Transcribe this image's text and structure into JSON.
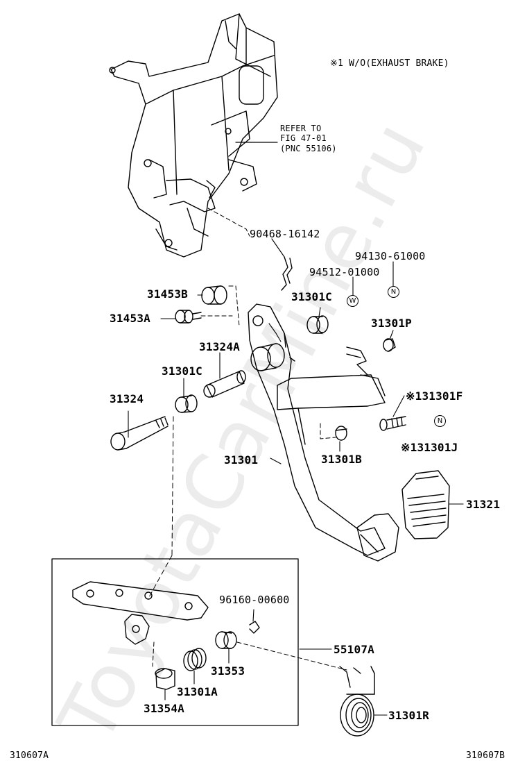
{
  "watermark": "ToyotaCarMine.ru",
  "header_note": "※1  W/O(EXHAUST BRAKE)",
  "refer": {
    "line1": "REFER TO",
    "line2": "FIG 47-01",
    "line3": "(PNC 55106)"
  },
  "marks": {
    "n": "N",
    "w": "W"
  },
  "labels": {
    "p90468": "90468-16142",
    "p94130": "94130-61000",
    "p94512": "94512-01000",
    "p31453B": "31453B",
    "p31453A": "31453A",
    "p31301C_top": "31301C",
    "p31301P": "31301P",
    "p31324A": "31324A",
    "p31301C_mid": "31301C",
    "p31324": "31324",
    "p31301F": "※131301F",
    "p31301J": "※131301J",
    "p31301": "31301",
    "p31301B": "31301B",
    "p31321": "31321",
    "p96160": "96160-00600",
    "p55107A": "55107A",
    "p31353": "31353",
    "p31301A": "31301A",
    "p31354A": "31354A",
    "p31301R": "31301R"
  },
  "footer": {
    "left": "310607A",
    "right": "310607B"
  }
}
